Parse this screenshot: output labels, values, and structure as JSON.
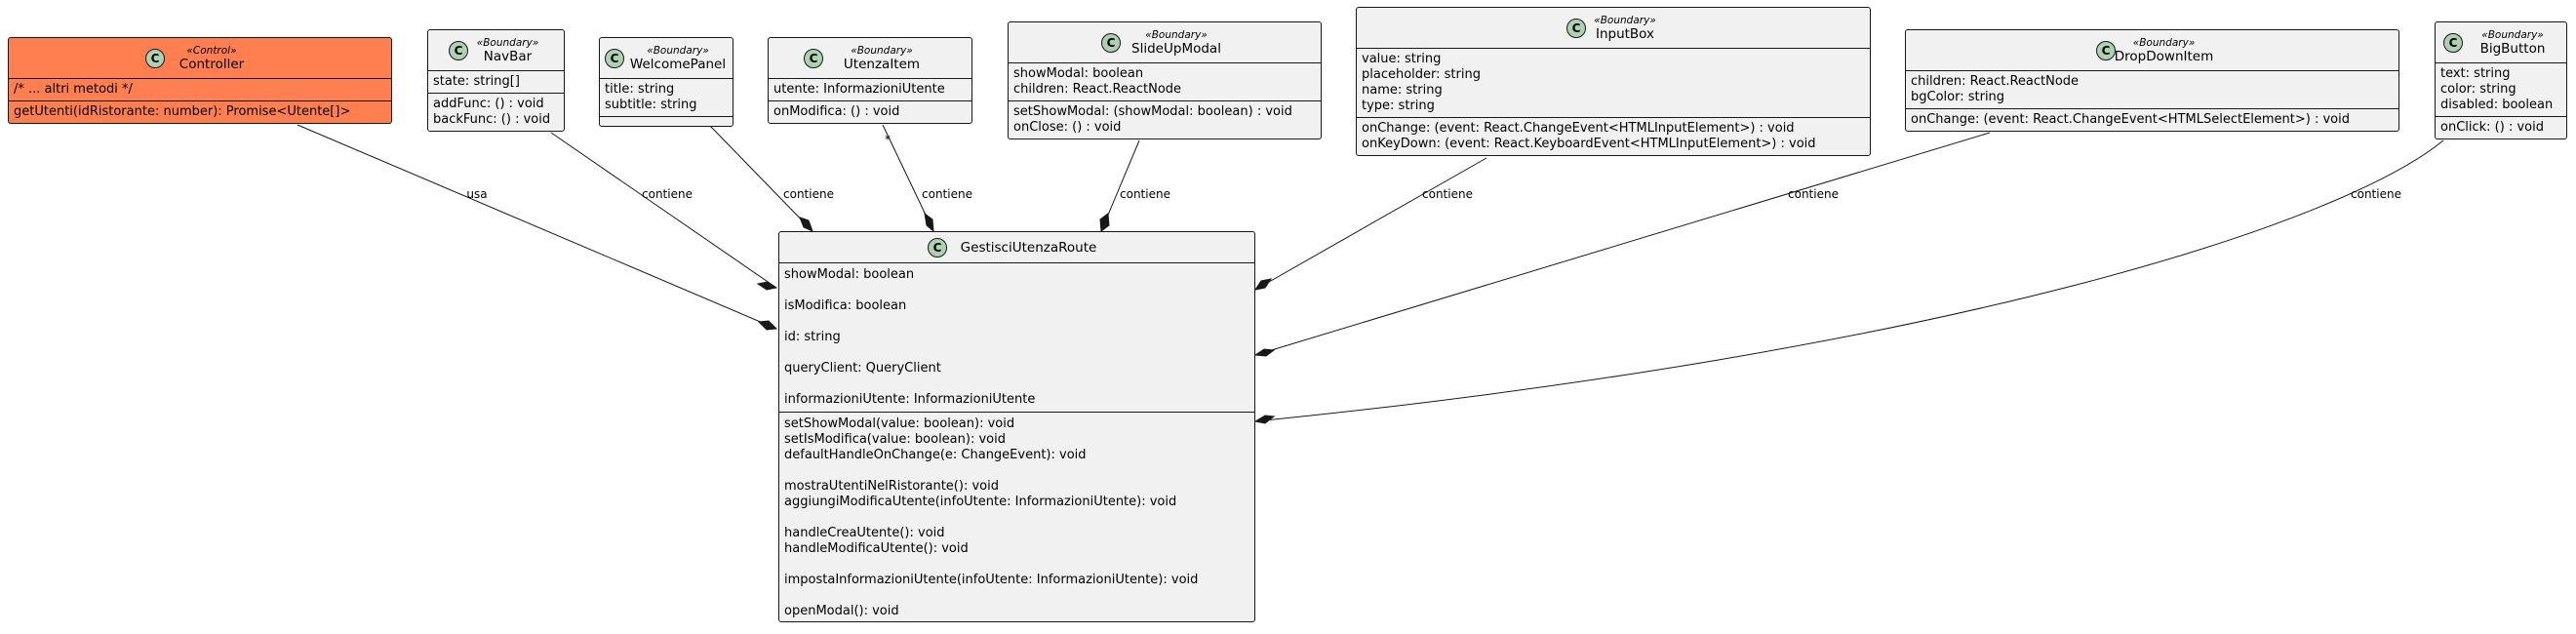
{
  "classes": {
    "controller": {
      "stereotype": "«Control»",
      "name": "Controller",
      "badge": "C",
      "fill": "#ff7f50",
      "attributes": [
        "/* ... altri metodi */"
      ],
      "methods": [
        "getUtenti(idRistorante: number): Promise<Utente[]>"
      ]
    },
    "navbar": {
      "stereotype": "«Boundary»",
      "name": "NavBar",
      "badge": "C",
      "attributes": [
        "state: string[]"
      ],
      "methods": [
        "addFunc: () : void",
        "backFunc: () : void"
      ]
    },
    "welcomepanel": {
      "stereotype": "«Boundary»",
      "name": "WelcomePanel",
      "badge": "C",
      "attributes": [
        "title: string",
        "subtitle: string"
      ],
      "methods": [
        ""
      ]
    },
    "utenzaitem": {
      "stereotype": "«Boundary»",
      "name": "UtenzaItem",
      "badge": "C",
      "attributes": [
        "utente: InformazioniUtente"
      ],
      "methods": [
        "onModifica: () : void"
      ]
    },
    "slideupmodal": {
      "stereotype": "«Boundary»",
      "name": "SlideUpModal",
      "badge": "C",
      "attributes": [
        "showModal: boolean",
        "children: React.ReactNode"
      ],
      "methods": [
        "setShowModal: (showModal: boolean) : void",
        "onClose: () : void"
      ]
    },
    "inputbox": {
      "stereotype": "«Boundary»",
      "name": "InputBox",
      "badge": "C",
      "attributes": [
        "value: string",
        "placeholder: string",
        "name: string",
        "type: string"
      ],
      "methods": [
        "onChange: (event: React.ChangeEvent<HTMLInputElement>) : void",
        "onKeyDown: (event: React.KeyboardEvent<HTMLInputElement>) : void"
      ]
    },
    "dropdownitem": {
      "stereotype": "«Boundary»",
      "name": "DropDownItem",
      "badge": "C",
      "attributes": [
        "children: React.ReactNode",
        "bgColor: string"
      ],
      "methods": [
        "onChange: (event: React.ChangeEvent<HTMLSelectElement>) : void"
      ]
    },
    "bigbutton": {
      "stereotype": "«Boundary»",
      "name": "BigButton",
      "badge": "C",
      "attributes": [
        "text: string",
        "color: string",
        "disabled: boolean"
      ],
      "methods": [
        "onClick: () : void"
      ]
    },
    "gestisci": {
      "stereotype": "",
      "name": "GestisciUtenzaRoute",
      "badge": "C",
      "attributes": [
        "showModal: boolean",
        "",
        "isModifica: boolean",
        "",
        "id: string",
        "",
        "queryClient: QueryClient",
        "",
        "informazioniUtente: InformazioniUtente"
      ],
      "methods": [
        "setShowModal(value: boolean): void",
        "setIsModifica(value: boolean): void",
        "defaultHandleOnChange(e: ChangeEvent): void",
        "",
        "mostraUtentiNelRistorante(): void",
        "aggiungiModificaUtente(infoUtente: InformazioniUtente): void",
        "",
        "handleCreaUtente(): void",
        "handleModificaUtente(): void",
        "",
        "impostaInformazioniUtente(infoUtente: InformazioniUtente): void",
        "",
        "openModal(): void"
      ]
    }
  },
  "relations": [
    {
      "from": "controller",
      "to": "gestisci",
      "label": "usa",
      "multiplicity": ""
    },
    {
      "from": "navbar",
      "to": "gestisci",
      "label": "contiene",
      "multiplicity": ""
    },
    {
      "from": "welcomepanel",
      "to": "gestisci",
      "label": "contiene",
      "multiplicity": ""
    },
    {
      "from": "utenzaitem",
      "to": "gestisci",
      "label": "contiene",
      "multiplicity": "*"
    },
    {
      "from": "slideupmodal",
      "to": "gestisci",
      "label": "contiene",
      "multiplicity": ""
    },
    {
      "from": "inputbox",
      "to": "gestisci",
      "label": "contiene",
      "multiplicity": ""
    },
    {
      "from": "dropdownitem",
      "to": "gestisci",
      "label": "contiene",
      "multiplicity": ""
    },
    {
      "from": "bigbutton",
      "to": "gestisci",
      "label": "contiene",
      "multiplicity": ""
    }
  ]
}
